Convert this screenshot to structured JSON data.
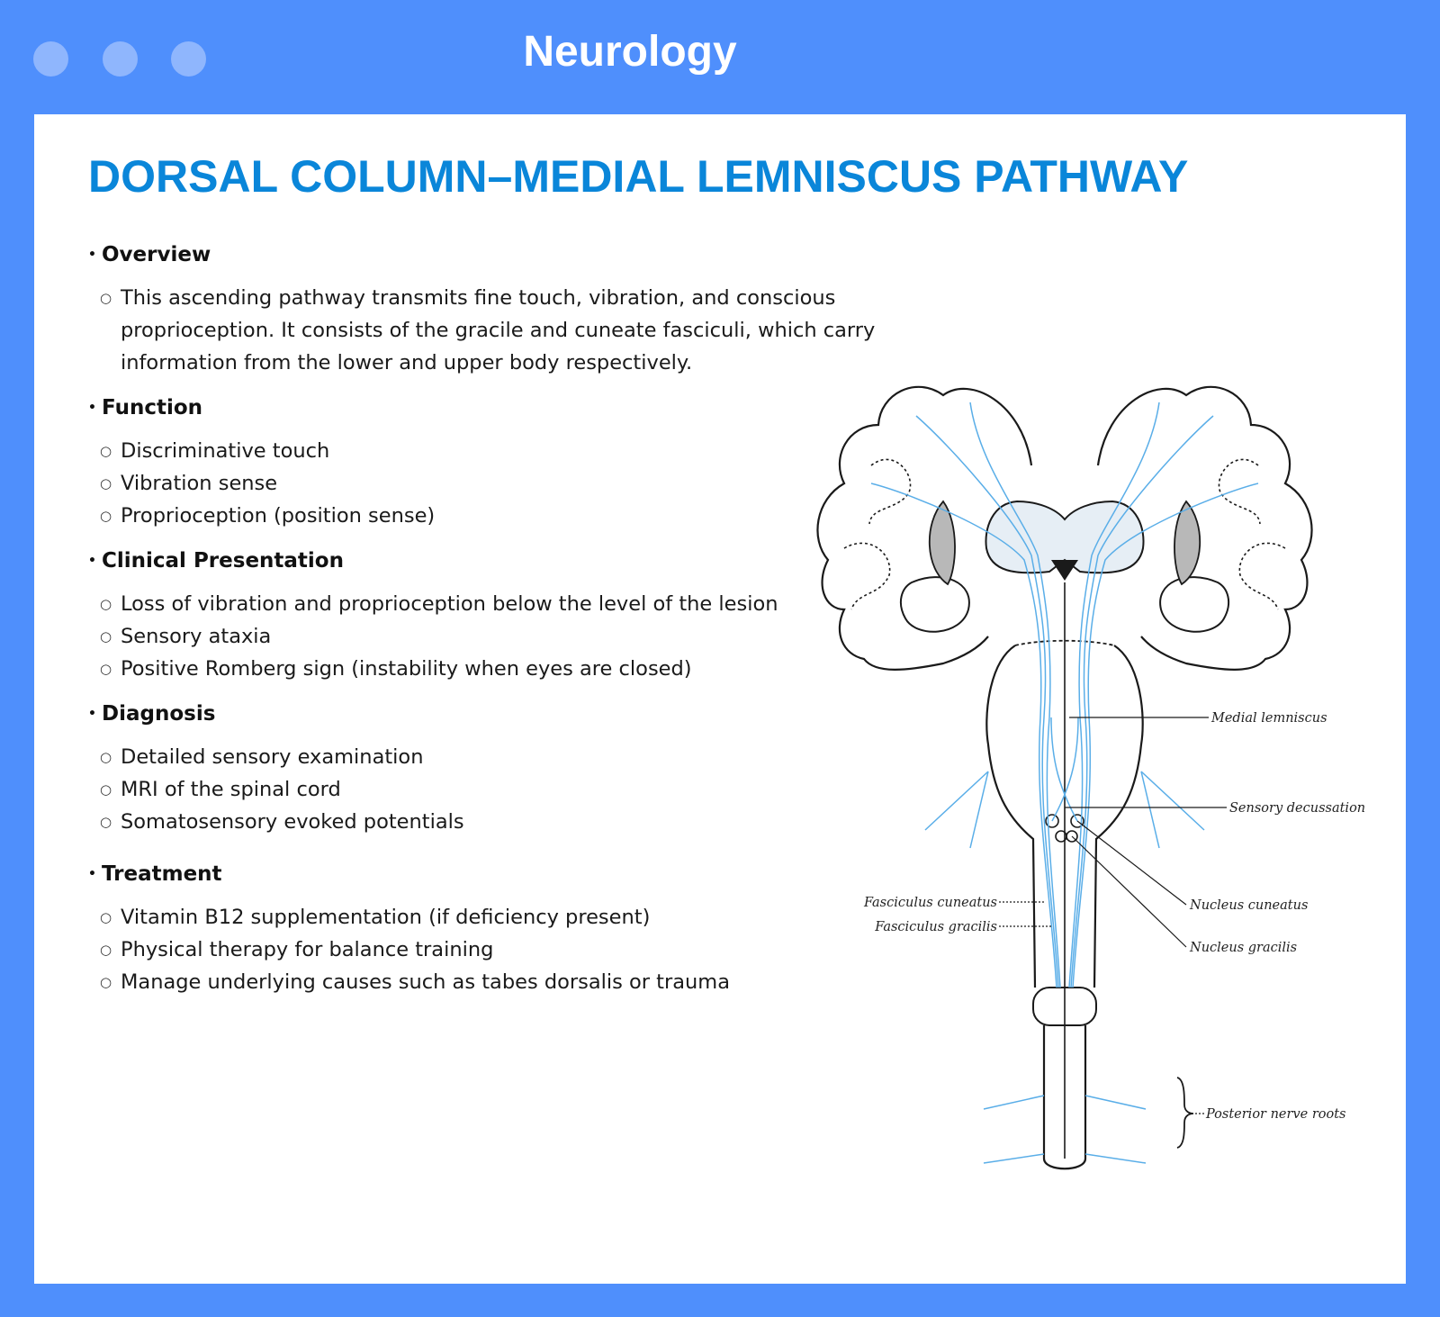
{
  "window": {
    "title": "Neurology"
  },
  "page": {
    "title": "DORSAL COLUMN–MEDIAL LEMNISCUS PATHWAY"
  },
  "sections": [
    {
      "heading": "Overview",
      "items": [
        "This ascending pathway transmits fine touch, vibration, and conscious proprioception. It consists of the gracile and cuneate fasciculi, which carry information from the lower and upper body respectively."
      ]
    },
    {
      "heading": "Function",
      "items": [
        "Discriminative touch",
        "Vibration sense",
        "Proprioception (position sense)"
      ]
    },
    {
      "heading": "Clinical Presentation",
      "items": [
        "Loss of vibration and proprioception below the level of the lesion",
        "Sensory ataxia",
        "Positive Romberg sign (instability when eyes are closed)"
      ]
    },
    {
      "heading": "Diagnosis",
      "items": [
        "Detailed sensory examination",
        "MRI of the spinal cord",
        "Somatosensory evoked potentials"
      ]
    },
    {
      "heading": "Treatment",
      "items": [
        "Vitamin B12 supplementation (if deficiency present)",
        "Physical therapy for balance training",
        "Manage underlying causes such as tabes dorsalis or trauma"
      ]
    }
  ],
  "diagram": {
    "labels": {
      "medial_lemniscus": "Medial lemniscus",
      "sensory_decussation": "Sensory decussation",
      "fasciculus_cuneatus": "Fasciculus cuneatus",
      "fasciculus_gracilis": "Fasciculus gracilis",
      "nucleus_cuneatus": "Nucleus cuneatus",
      "nucleus_gracilis": "Nucleus gracilis",
      "posterior_nerve_roots": "Posterior nerve roots"
    },
    "colors": {
      "tract": "#5aaee8",
      "outline": "#1a1a1a"
    }
  },
  "theme": {
    "frame": "#4f8ffc",
    "title": "#0a86d9",
    "dots": "#8fb6fd"
  }
}
